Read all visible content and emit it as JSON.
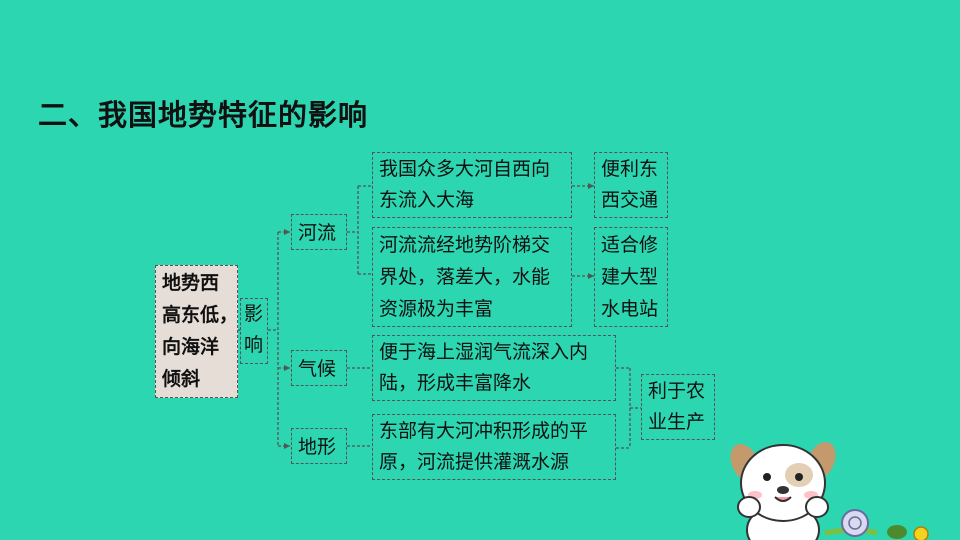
{
  "title": "二、我国地势特征的影响",
  "root": {
    "lines": [
      "地势西",
      "高东低，",
      "向海洋",
      "倾斜"
    ]
  },
  "influence": {
    "lines": [
      "影",
      "响"
    ]
  },
  "branches": {
    "river": "河流",
    "climate": "气候",
    "terrain": "地形"
  },
  "details": {
    "river_1": [
      "我国众多大河自西向",
      "东流入大海"
    ],
    "river_2": [
      "河流流经地势阶梯交",
      "界处，落差大，水能",
      "资源极为丰富"
    ],
    "climate_1": [
      "便于海上湿润气流深入内",
      "陆，形成丰富降水"
    ],
    "terrain_1": [
      "东部有大河冲积形成的平",
      "原，河流提供灌溉水源"
    ]
  },
  "results": {
    "river_1": [
      "便利东",
      "西交通"
    ],
    "river_2": [
      "适合修",
      "建大型",
      "水电站"
    ],
    "agri": [
      "利于农",
      "业生产"
    ]
  },
  "colors": {
    "background": "#2bd6b1",
    "border": "#555555"
  }
}
